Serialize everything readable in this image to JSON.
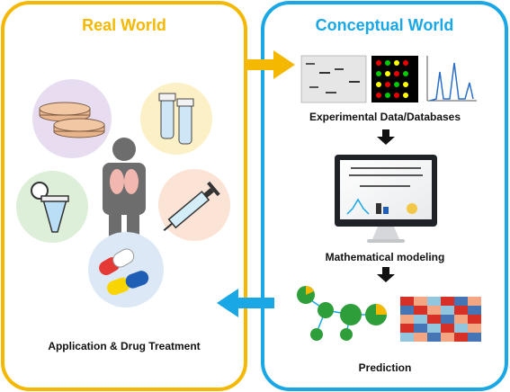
{
  "real_world": {
    "title": "Real World",
    "caption": "Application & Drug Treatment"
  },
  "conceptual_world": {
    "title": "Conceptual World",
    "step1": "Experimental Data/Databases",
    "step2": "Mathematical modeling",
    "step3": "Prediction"
  },
  "colors": {
    "real_world_accent": "#F5B800",
    "conceptual_accent": "#1AA7E6",
    "arrow_dark": "#111111"
  }
}
